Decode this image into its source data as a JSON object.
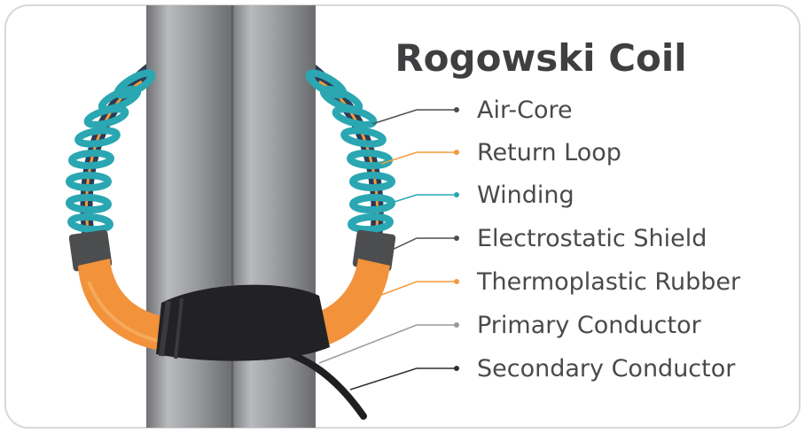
{
  "title": "Rogowski Coil",
  "labels": [
    {
      "id": "air-core",
      "text": "Air-Core",
      "color": "#4d4d4f"
    },
    {
      "id": "return-loop",
      "text": "Return Loop",
      "color": "#f29a3c"
    },
    {
      "id": "winding",
      "text": "Winding",
      "color": "#2aa7b2"
    },
    {
      "id": "electrostatic-shield",
      "text": "Electrostatic Shield",
      "color": "#4d4d4f"
    },
    {
      "id": "thermoplastic-rubber",
      "text": "Thermoplastic Rubber",
      "color": "#f29a3c"
    },
    {
      "id": "primary-conductor",
      "text": "Primary Conductor",
      "color": "#9a9a9c"
    },
    {
      "id": "secondary-conductor",
      "text": "Secondary Conductor",
      "color": "#2f2f31"
    }
  ],
  "colors": {
    "card_border": "#d8d8d8",
    "conductor": "#8d8e91",
    "conductor_highlight": "#c9cacc",
    "winding": "#2aa7b2",
    "rubber": "#f2923a",
    "rubber_dark": "#d9792a",
    "shield": "#4c4d4f",
    "clamp": "#222224"
  }
}
